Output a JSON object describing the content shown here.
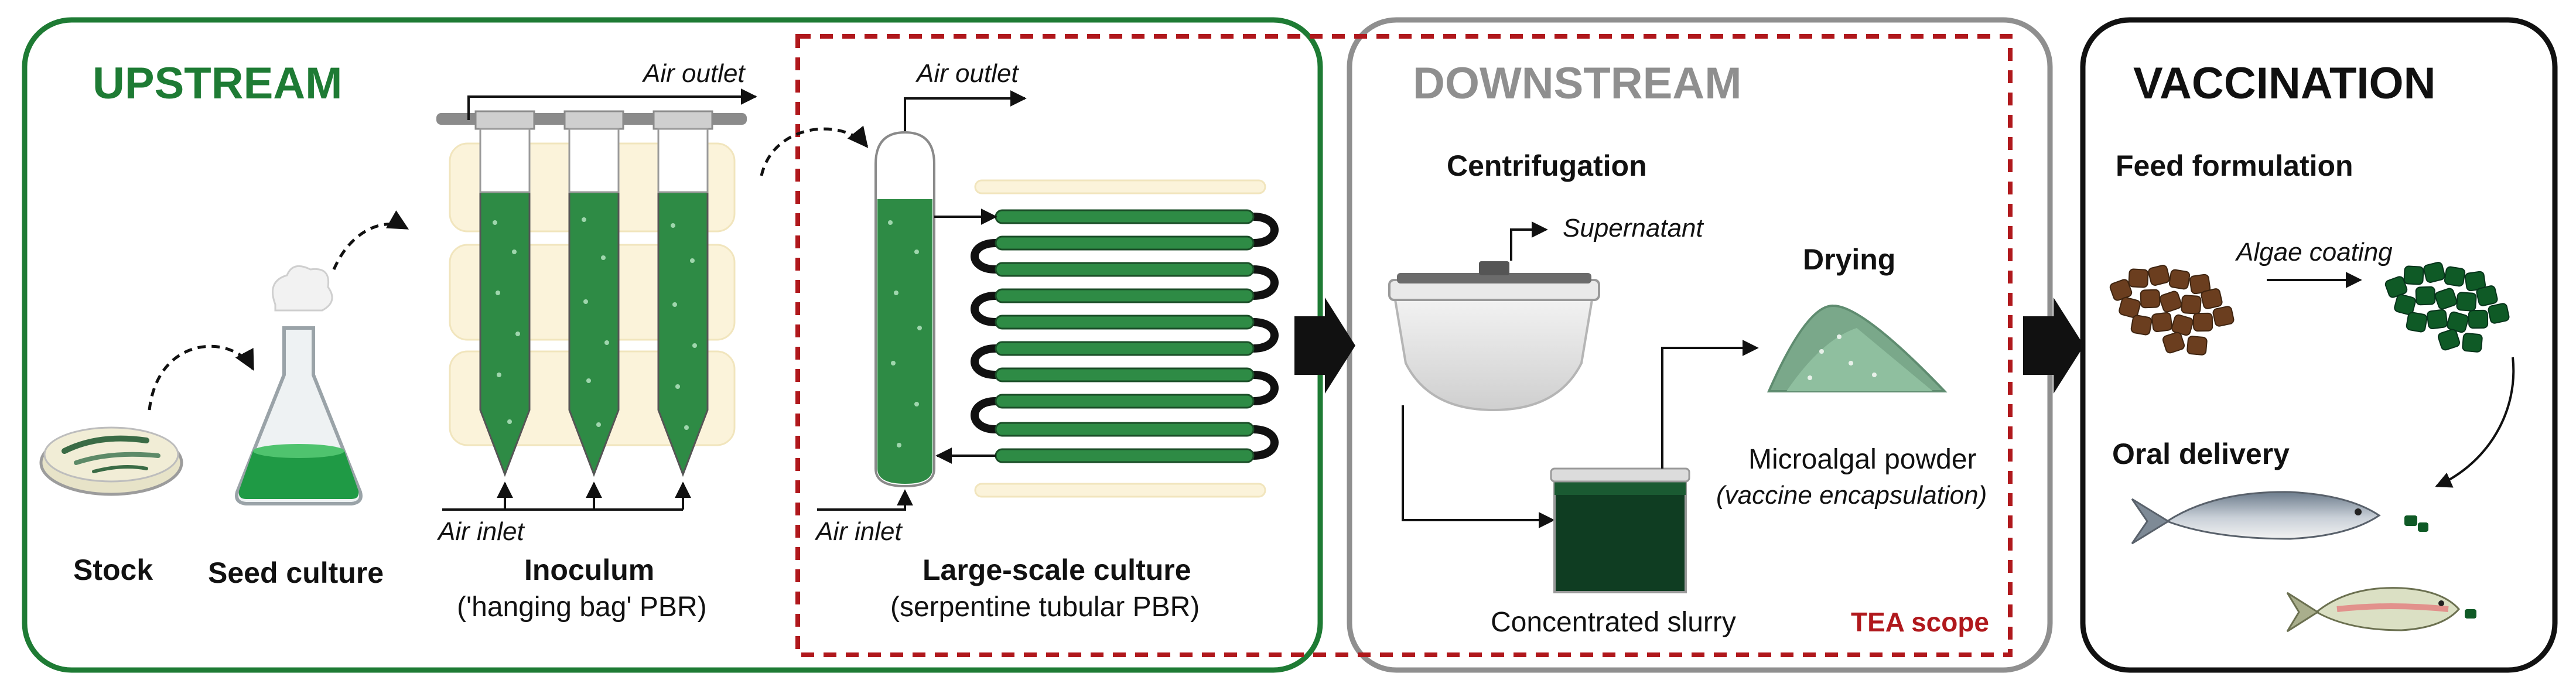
{
  "colors": {
    "upstream": "#1e7b34",
    "downstream": "#8f8f8f",
    "vaccination": "#111111",
    "tea_scope": "#b0181c",
    "culture_green": "#2e8b45",
    "slurry_green": "#0f3d22"
  },
  "upstream": {
    "title": "UPSTREAM",
    "stock_label": "Stock",
    "seed_label": "Seed culture",
    "inoculum_label": "Inoculum",
    "inoculum_sub": "('hanging bag' PBR)",
    "air_outlet_1": "Air outlet",
    "air_inlet_1": "Air inlet",
    "air_outlet_2": "Air outlet",
    "air_inlet_2": "Air inlet",
    "large_label": "Large-scale culture",
    "large_sub": "(serpentine tubular PBR)"
  },
  "downstream": {
    "title": "DOWNSTREAM",
    "centrifugation": "Centrifugation",
    "supernatant": "Supernatant",
    "drying": "Drying",
    "powder": "Microalgal powder",
    "powder_sub": "(vaccine encapsulation)",
    "slurry": "Concentrated slurry",
    "tea": "TEA scope"
  },
  "vaccination": {
    "title": "VACCINATION",
    "feed": "Feed formulation",
    "coating": "Algae coating",
    "oral": "Oral delivery"
  }
}
